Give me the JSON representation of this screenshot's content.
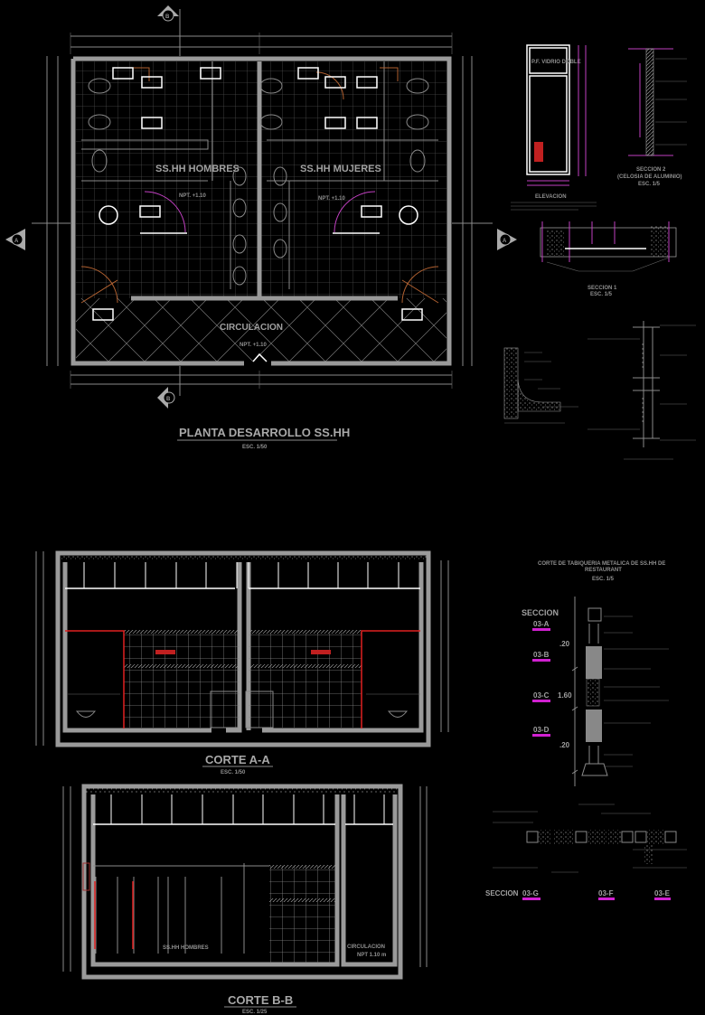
{
  "plan": {
    "title": "PLANTA DESARROLLO SS.HH",
    "scale": "ESC. 1/50",
    "room_men": "SS.HH HOMBRES",
    "room_women": "SS.HH MUJERES",
    "circulation": "CIRCULACION",
    "level_men": "NPT. +1.10",
    "level_women": "NPT. +1.10",
    "level_circ": "NPT. +1.10",
    "section_a": "A",
    "section_b": "B"
  },
  "elevation": {
    "title": "ELEVACION",
    "panel": "P.F. VIDRIO DOBLE"
  },
  "section2": {
    "title": "SECCION 2",
    "subtitle": "(CELOSIA DE ALUMINIO)",
    "scale": "ESC. 1/5"
  },
  "section1": {
    "title": "SECCION 1",
    "scale": "ESC. 1/5"
  },
  "corte_aa": {
    "title": "CORTE A-A",
    "scale": "ESC. 1/50"
  },
  "corte_bb": {
    "title": "CORTE B-B",
    "scale": "ESC. 1/25",
    "room": "SS.HH HOMBRES",
    "circulation": "CIRCULACION",
    "level": "NPT 1.10 m"
  },
  "tabiqueria": {
    "title_line1": "CORTE DE TABIQUERIA METALICA DE SS.HH DE",
    "title_line2": "RESTAURANT",
    "scale": "ESC. 1/5",
    "seccion": "SECCION",
    "labels": [
      "03-A",
      "03-B",
      "03-C",
      "03-D"
    ],
    "dims": [
      ".20",
      "1.60",
      ".20"
    ],
    "bottom_seccion": "SECCION",
    "bottom_labels": [
      "03-G",
      "03-F",
      "03-E"
    ]
  },
  "colors": {
    "background": "#000000",
    "walls": "#9a9a9a",
    "accent_magenta": "#d020d0",
    "accent_red": "#e02020",
    "door_swing": "#b06030"
  }
}
